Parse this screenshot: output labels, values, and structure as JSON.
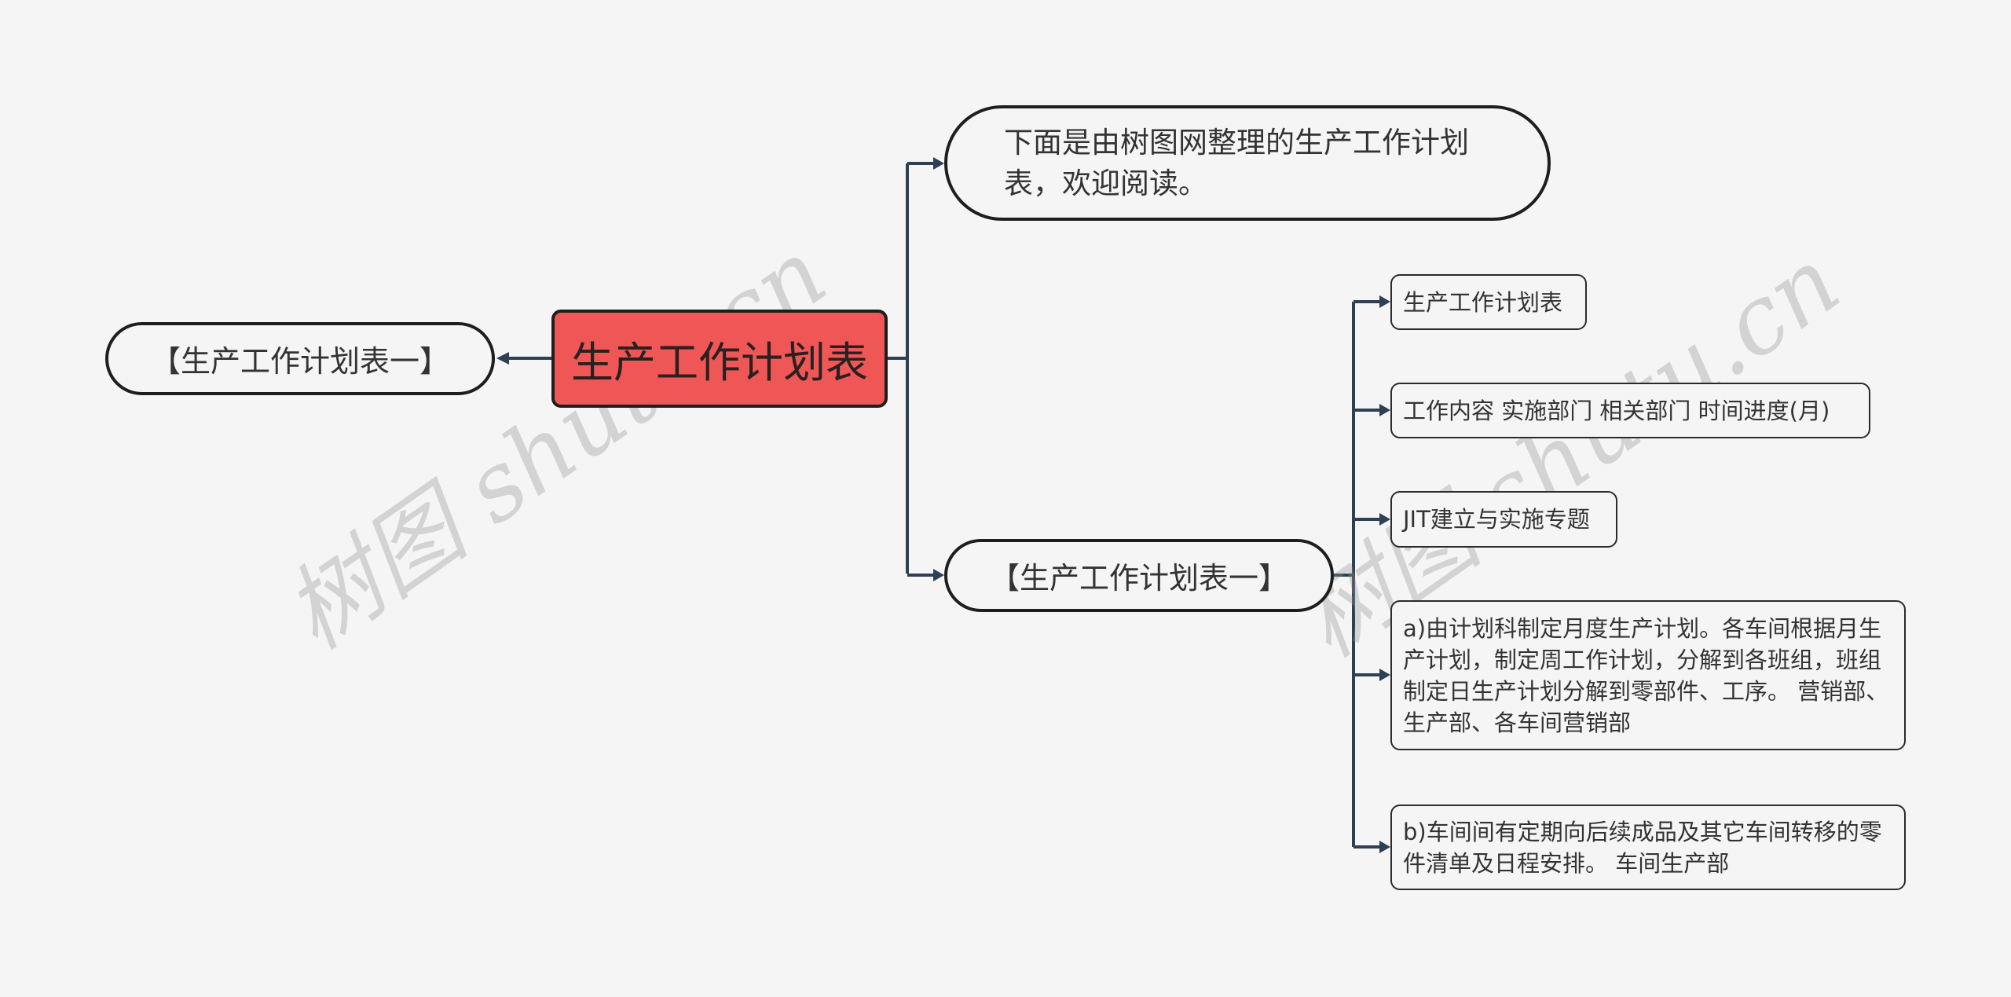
{
  "root": {
    "label": "生产工作计划表"
  },
  "left_node": {
    "label": "【生产工作计划表一】"
  },
  "intro_node": {
    "label": "下面是由树图网整理的生产工作计划表，欢迎阅读。"
  },
  "sub_node": {
    "label": "【生产工作计划表一】",
    "children": [
      {
        "label": "生产工作计划表"
      },
      {
        "label": "工作内容 实施部门 相关部门 时间进度(月)"
      },
      {
        "label": "JIT建立与实施专题"
      },
      {
        "label": "a)由计划科制定月度生产计划。各车间根据月生产计划，制定周工作计划，分解到各班组，班组制定日生产计划分解到零部件、工序。 营销部、生产部、各车间营销部"
      },
      {
        "label": "b)车间间有定期向后续成品及其它车间转移的零件清单及日程安排。 车间生产部"
      }
    ]
  },
  "watermark": "树图 shutu.cn",
  "colors": {
    "root_fill": "#ef5656",
    "connector": "#2e4053",
    "background": "#f5f5f5"
  }
}
